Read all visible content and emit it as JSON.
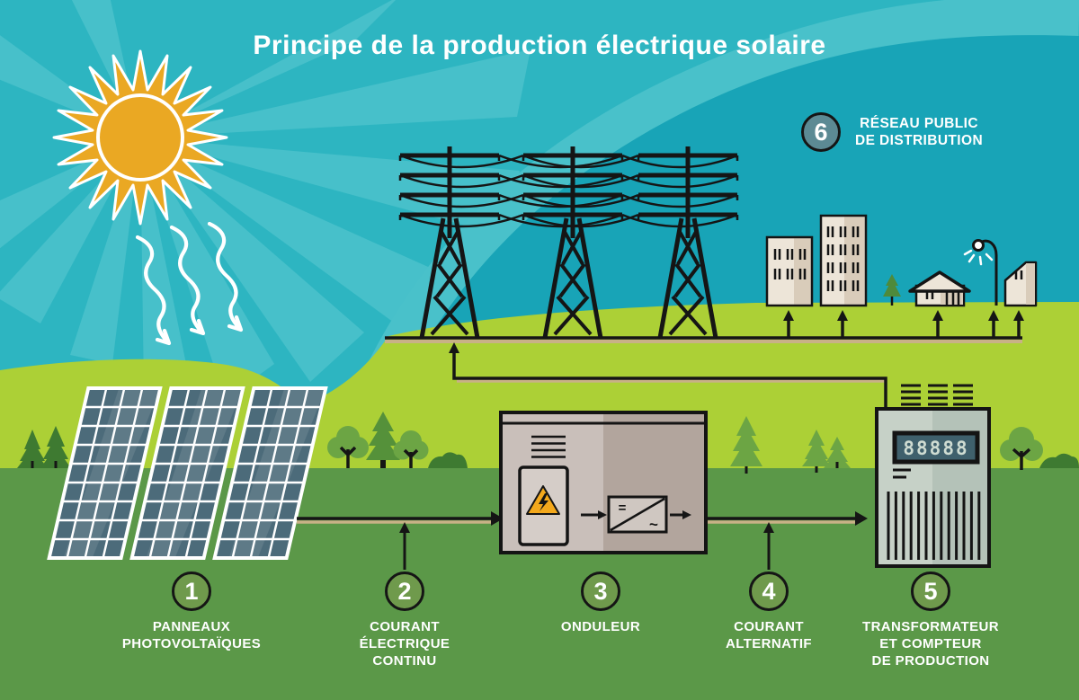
{
  "title": "Principe de la production électrique solaire",
  "steps": [
    {
      "number": "1",
      "label": "PANNEAUX\nPHOTOVOLTAÏQUES"
    },
    {
      "number": "2",
      "label": "COURANT\nÉLECTRIQUE\nCONTINU"
    },
    {
      "number": "3",
      "label": "ONDULEUR"
    },
    {
      "number": "4",
      "label": "COURANT\nALTERNATIF"
    },
    {
      "number": "5",
      "label": "TRANSFORMATEUR\nET COMPTEUR\nDE PRODUCTION"
    },
    {
      "number": "6",
      "label": "RÉSEAU PUBLIC\nDE DISTRIBUTION"
    }
  ],
  "meter": {
    "value": "88888"
  },
  "onduleur": {
    "dc_symbol": "=",
    "ac_symbol": "~"
  },
  "colors": {
    "sky": "#2DB5C1",
    "sky_light": "#47C0CA",
    "sky_dark": "#18A4B7",
    "grass_light": "#ACD036",
    "grass_dark": "#5B9848",
    "sun": "#EAA823",
    "badge_green": "#6F9A4C",
    "badge_teal": "#5C8A94",
    "wire": "#151515",
    "wire_shadow": "#C8B186",
    "panel_cell": "#4C6B7A",
    "building_cream": "#EDE5D8",
    "building_shade": "#D9CCBA",
    "inverter_light": "#C9BFBA",
    "inverter_dark": "#B2A59D",
    "transformer_light": "#C6D1C7",
    "transformer_dark": "#B4C2B8",
    "display": "#3F606C",
    "warning": "#F3A81C",
    "tree_medium": "#6CA544",
    "tree_dark": "#3E7A31"
  },
  "icons": [
    "sun-icon",
    "sunray-wavy-arrow-icon",
    "solar-panel-icon",
    "pylon-icon",
    "power-line-icon",
    "building-icon",
    "house-icon",
    "street-lamp-icon",
    "tree-icon",
    "pine-icon",
    "bush-icon",
    "inverter-icon",
    "warning-triangle-icon",
    "dc-ac-converter-icon",
    "transformer-icon",
    "meter-display",
    "flow-arrow-icon"
  ]
}
